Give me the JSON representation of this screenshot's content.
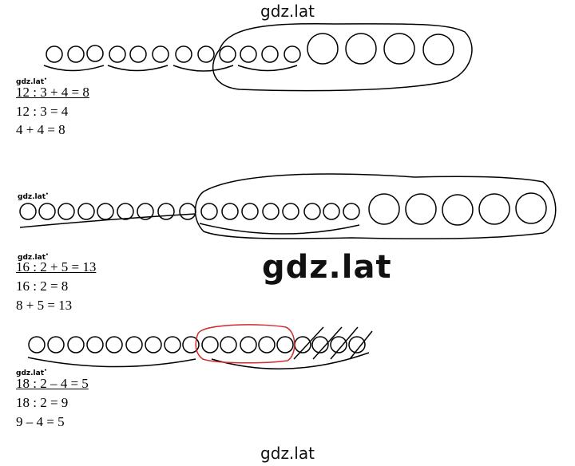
{
  "watermark": {
    "top": "gdz.lat",
    "center": "gdz.lat",
    "bottom": "gdz.lat",
    "small": "gdz.lat"
  },
  "problems": [
    {
      "main": "12 : 3 + 4 = 8",
      "steps": [
        "12 : 3 = 4",
        "4 + 4 = 8"
      ]
    },
    {
      "main": "16 : 2 + 5 = 13",
      "steps": [
        "16 : 2 = 8",
        "8 + 5 = 13"
      ]
    },
    {
      "main": "18 : 2 – 4 = 5",
      "steps": [
        "18 : 2 = 9",
        "9 – 4 = 5"
      ]
    }
  ],
  "colors": {
    "ink": "#000000",
    "highlight": "#d12b2b"
  }
}
